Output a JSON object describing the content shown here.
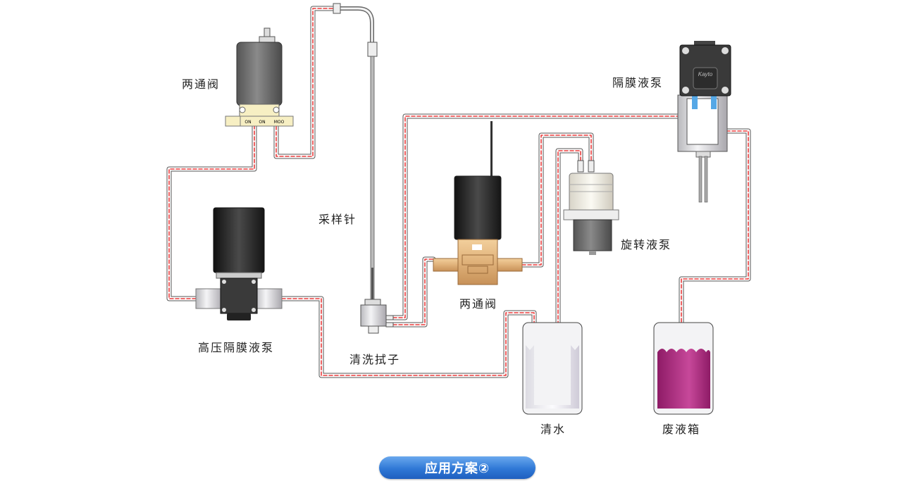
{
  "title": "应用方案②",
  "labels": {
    "valve_top": "两通阀",
    "diaphragm_pump": "隔膜液泵",
    "sampling_needle": "采样针",
    "rotary_pump": "旋转液泵",
    "hp_pump": "高压隔膜液泵",
    "valve_mid": "两通阀",
    "washer": "清洗拭子",
    "clean_water": "清水",
    "waste_tank": "废液箱"
  },
  "valve_ports": [
    "ON",
    "ON",
    "MOO"
  ],
  "pump_brand": "Kayto",
  "colors": {
    "tube_outline": "#555555",
    "flow_dash": "#e83b3b",
    "waste_liquid": "#b0287f",
    "clean_liquid": "#f0eef4",
    "brass": "#e0b27a",
    "motor_dark": "#2a2a2a",
    "motor_gray": "#6b6b6b",
    "button": "#2f78d6"
  }
}
